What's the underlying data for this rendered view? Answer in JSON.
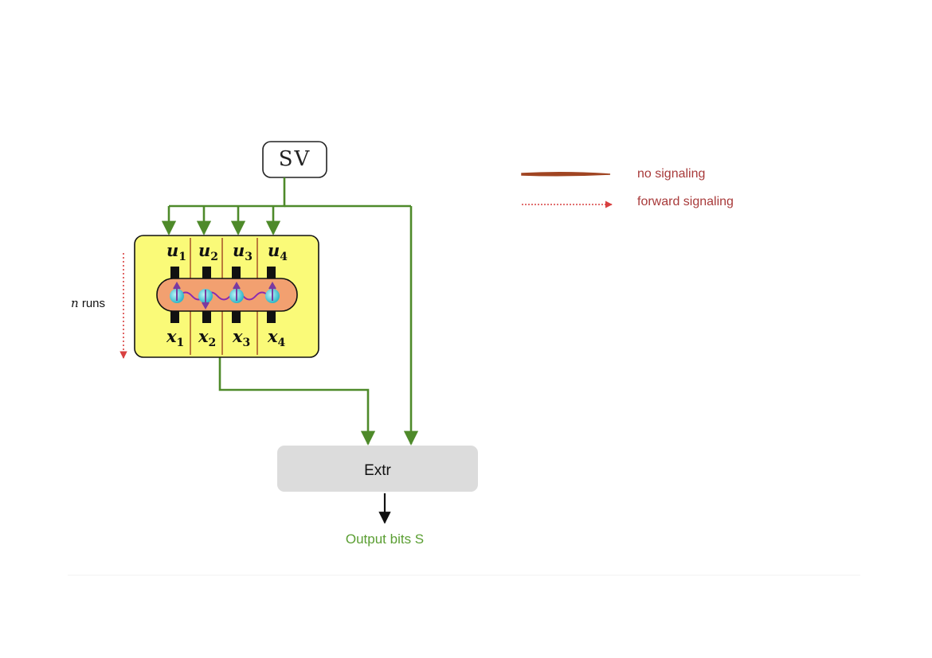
{
  "source": {
    "label": "SV"
  },
  "device": {
    "inputs": [
      {
        "symbol": "u",
        "index": "1"
      },
      {
        "symbol": "u",
        "index": "2"
      },
      {
        "symbol": "u",
        "index": "3"
      },
      {
        "symbol": "u",
        "index": "4"
      }
    ],
    "outputs": [
      {
        "symbol": "x",
        "index": "1"
      },
      {
        "symbol": "x",
        "index": "2"
      },
      {
        "symbol": "x",
        "index": "3"
      },
      {
        "symbol": "x",
        "index": "4"
      }
    ],
    "runs_var": "n",
    "runs_label": " runs"
  },
  "extractor": {
    "label": "Extr"
  },
  "output": {
    "label": "Output bits S"
  },
  "legend": [
    {
      "style": "solid",
      "label": "no signaling"
    },
    {
      "style": "dotted-arrow",
      "label": "forward signaling"
    }
  ],
  "colors": {
    "wire": "#4e8a2a",
    "device_fill": "#fafa78",
    "chain_fill": "#f2a070",
    "qubit": "#3ec6d6",
    "spin_arrow": "#7a3aa0",
    "no_signal": "#a04522",
    "forward_signal": "#d84040",
    "extr_fill": "#dcdcdc",
    "output_text": "#5a9e32",
    "legend_text": "#a83a3a"
  }
}
